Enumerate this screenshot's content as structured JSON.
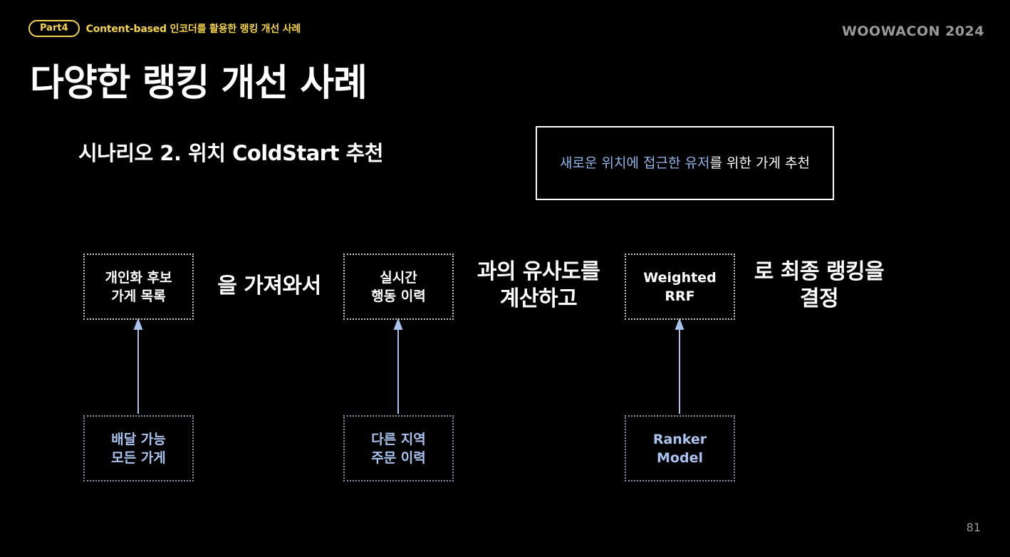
{
  "header": {
    "part_label": "Part4",
    "section_title": "Content-based 인코더를 활용한 랭킹 개선 사례",
    "brand": "WOOWACON 2024"
  },
  "slide": {
    "title": "다양한 랭킹 개선 사례",
    "scenario": "시나리오 2. 위치 ColdStart 추천",
    "goal": {
      "highlight": "새로운 위치에 접근한 유저",
      "rest": "를 위한 가게 추천"
    },
    "flow": {
      "box1": "개인화 후보\n가게 목록",
      "conn1": "을 가져와서",
      "box2": "실시간\n행동 이력",
      "conn2": "과의 유사도를\n계산하고",
      "box3": "Weighted\nRRF",
      "conn3": "로 최종 랭킹을\n결정"
    },
    "sources": {
      "src1": "배달 가능\n모든 가게",
      "src2": "다른 지역\n주문 이력",
      "src3": "Ranker\nModel"
    },
    "page_number": "81"
  },
  "colors": {
    "accent_yellow": "#f5d44a",
    "highlight_blue": "#8fb8ec",
    "arrow_blue": "#a9c3ee",
    "background": "#000000"
  }
}
